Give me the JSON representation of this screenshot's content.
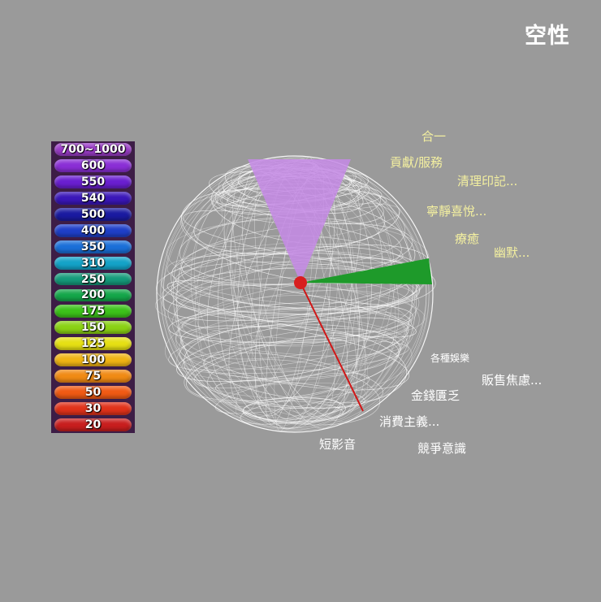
{
  "title": "空性",
  "scale": [
    {
      "label": "700~1000",
      "color": "#9b3cc8"
    },
    {
      "label": "600",
      "color": "#8a2ed6"
    },
    {
      "label": "550",
      "color": "#6a1fd0"
    },
    {
      "label": "540",
      "color": "#3a16b8"
    },
    {
      "label": "500",
      "color": "#1a1aa0"
    },
    {
      "label": "400",
      "color": "#1f3fc8"
    },
    {
      "label": "350",
      "color": "#1a6fd8"
    },
    {
      "label": "310",
      "color": "#14a3c8"
    },
    {
      "label": "250",
      "color": "#159a7a"
    },
    {
      "label": "200",
      "color": "#14a64a"
    },
    {
      "label": "175",
      "color": "#3cc21a"
    },
    {
      "label": "150",
      "color": "#8ad214"
    },
    {
      "label": "125",
      "color": "#e6e014"
    },
    {
      "label": "100",
      "color": "#f0b414"
    },
    {
      "label": "75",
      "color": "#f08a14"
    },
    {
      "label": "50",
      "color": "#f05a14"
    },
    {
      "label": "30",
      "color": "#e0321a"
    },
    {
      "label": "20",
      "color": "#c81e1e"
    }
  ],
  "labels_high": {
    "union": "合一",
    "service": "貢獻/服務",
    "clear_imprint": "清理印記...",
    "peace_joy": "寧靜喜悅...",
    "healing": "療癒",
    "humor": "幽默..."
  },
  "labels_low": {
    "entertainment": "各種娛樂",
    "sales_anxiety": "販售焦慮...",
    "money_scarcity": "金錢匱乏",
    "consumerism": "消費主義...",
    "short_video": "短影音",
    "competition": "競爭意識"
  },
  "colors": {
    "purple_wedge": "#c68ae6",
    "green_wedge": "#1e9a2a",
    "red_line": "#d01818",
    "center_dot": "#d81e1e",
    "wire": "#ffffff"
  }
}
